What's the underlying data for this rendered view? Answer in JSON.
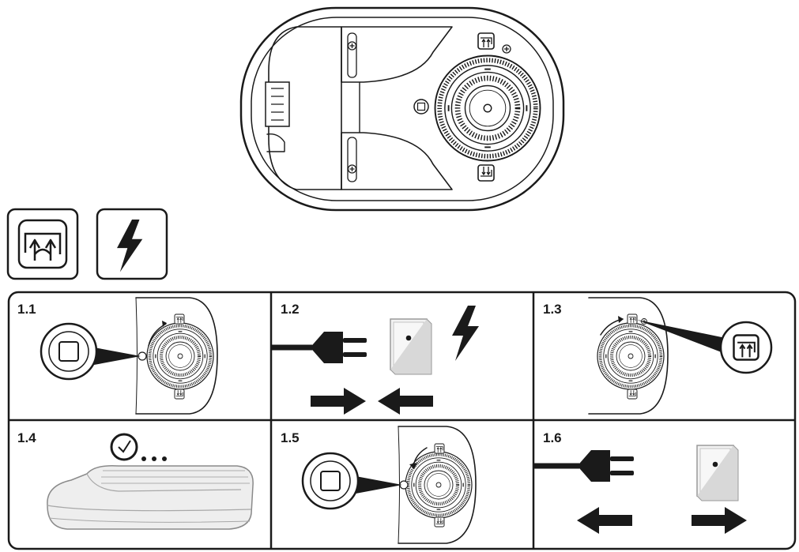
{
  "steps": [
    {
      "label": "1.1"
    },
    {
      "label": "1.2"
    },
    {
      "label": "1.3"
    },
    {
      "label": "1.4"
    },
    {
      "label": "1.5"
    },
    {
      "label": "1.6"
    }
  ],
  "icons": {
    "top_device": "pump-valve-device-illustration",
    "mode_inflate": "inflate-symbol-icon",
    "power": "lightning-bolt-icon",
    "plug": "power-plug-icon",
    "outlet": "wall-outlet-icon",
    "clock": "clock-icon",
    "mattress": "air-mattress-illustration",
    "arrow_in": "arrow-right-icon",
    "arrow_out": "arrow-left-icon"
  },
  "colors": {
    "ink": "#1a1a1a",
    "panel_border": "#1a1a1a",
    "outlet_fill": "#f2f2f2",
    "mattress_fill": "#eeeeee"
  }
}
